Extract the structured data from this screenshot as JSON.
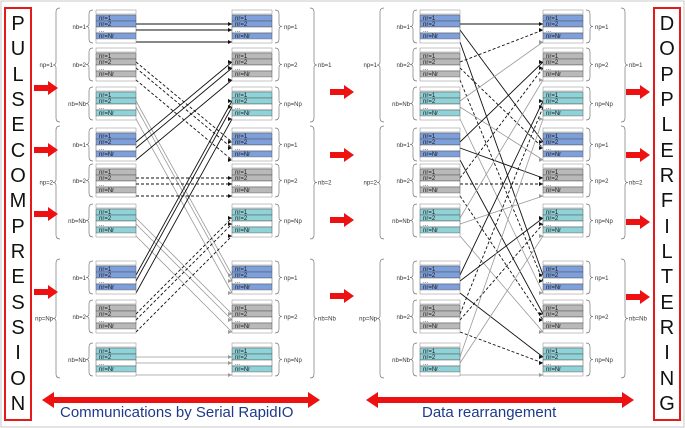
{
  "left_vertical_label": "PULSE COMPRESSION",
  "right_vertical_label": "DOPPLER FILTERING",
  "caption_left": "Communications by Serial RapidIO",
  "caption_right": "Data rearrangement",
  "cell_labels": {
    "first": "nr=1",
    "second": "nr=2",
    "dots": "...",
    "last": "nr=Nr"
  },
  "block_labels": {
    "nb1": "nb=1",
    "nb2": "nb=2",
    "nbN": "nb=Nb"
  },
  "group_labels": {
    "np1": "np=1",
    "np2": "np=2",
    "npN": "np=Np"
  },
  "colors": {
    "frame_border": "#e31b1b",
    "arrow_red": "#ee1111",
    "caption_blue": "#1f3a8a",
    "cell_blue": "#7d9fdc",
    "cell_gray": "#b9b9b9",
    "cell_teal": "#8fd3d8"
  }
}
